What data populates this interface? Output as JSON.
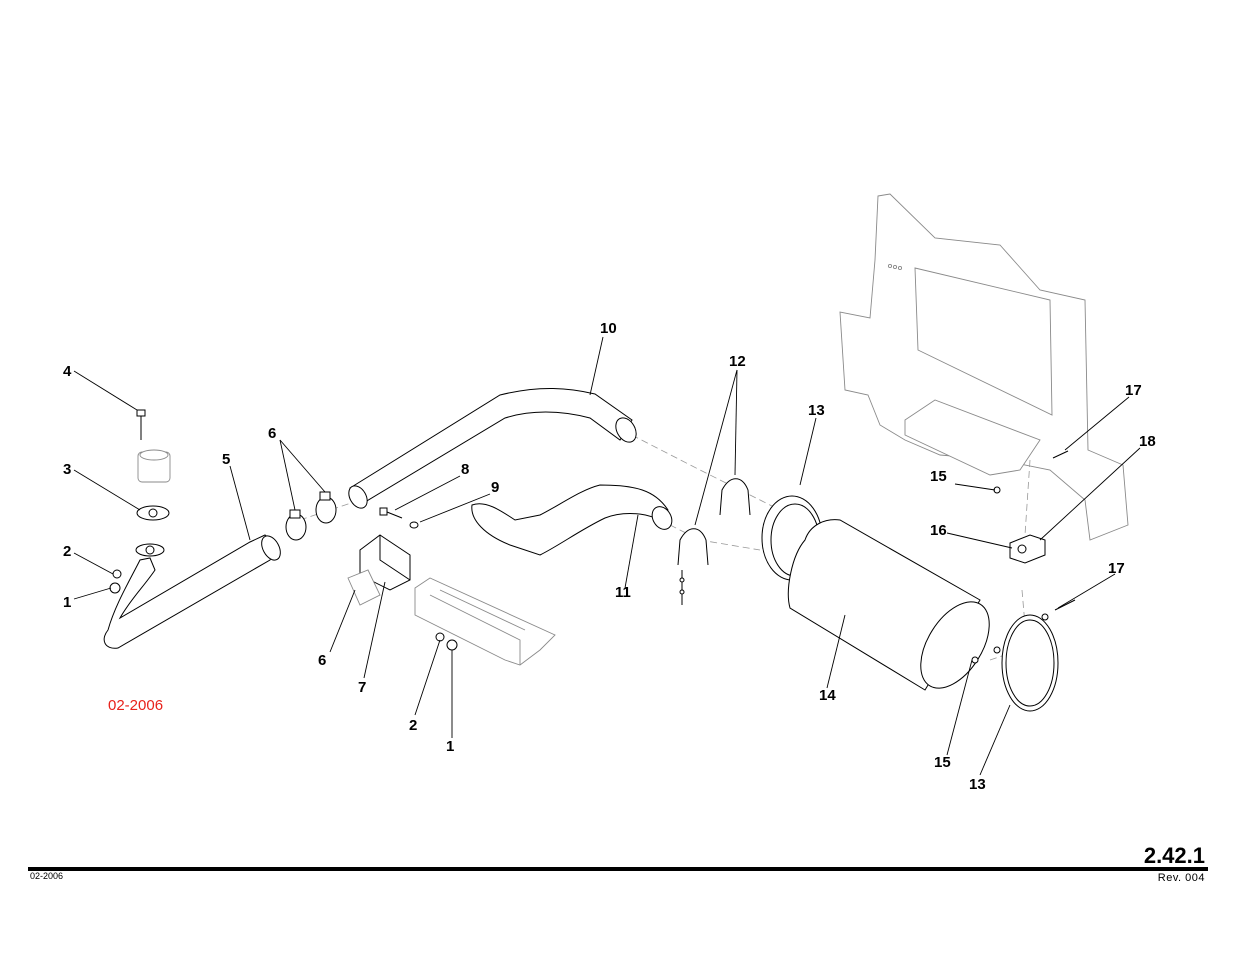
{
  "callouts": {
    "c4": "4",
    "c3": "3",
    "c2a": "2",
    "c1a": "1",
    "c5": "5",
    "c6a": "6",
    "c6b": "6",
    "c7": "7",
    "c8": "8",
    "c9": "9",
    "c10": "10",
    "c11": "11",
    "c12": "12",
    "c13a": "13",
    "c13b": "13",
    "c14": "14",
    "c15a": "15",
    "c15b": "15",
    "c16": "16",
    "c17a": "17",
    "c17b": "17",
    "c18": "18",
    "c2b": "2",
    "c1b": "1"
  },
  "stamp_date": "02-2006",
  "footer": {
    "page_number": "2.42.1",
    "date": "02-2006",
    "revision": "Rev. 004"
  },
  "colors": {
    "stamp": "#e8221b",
    "ink": "#000000",
    "ghost": "#8a8a8a"
  }
}
